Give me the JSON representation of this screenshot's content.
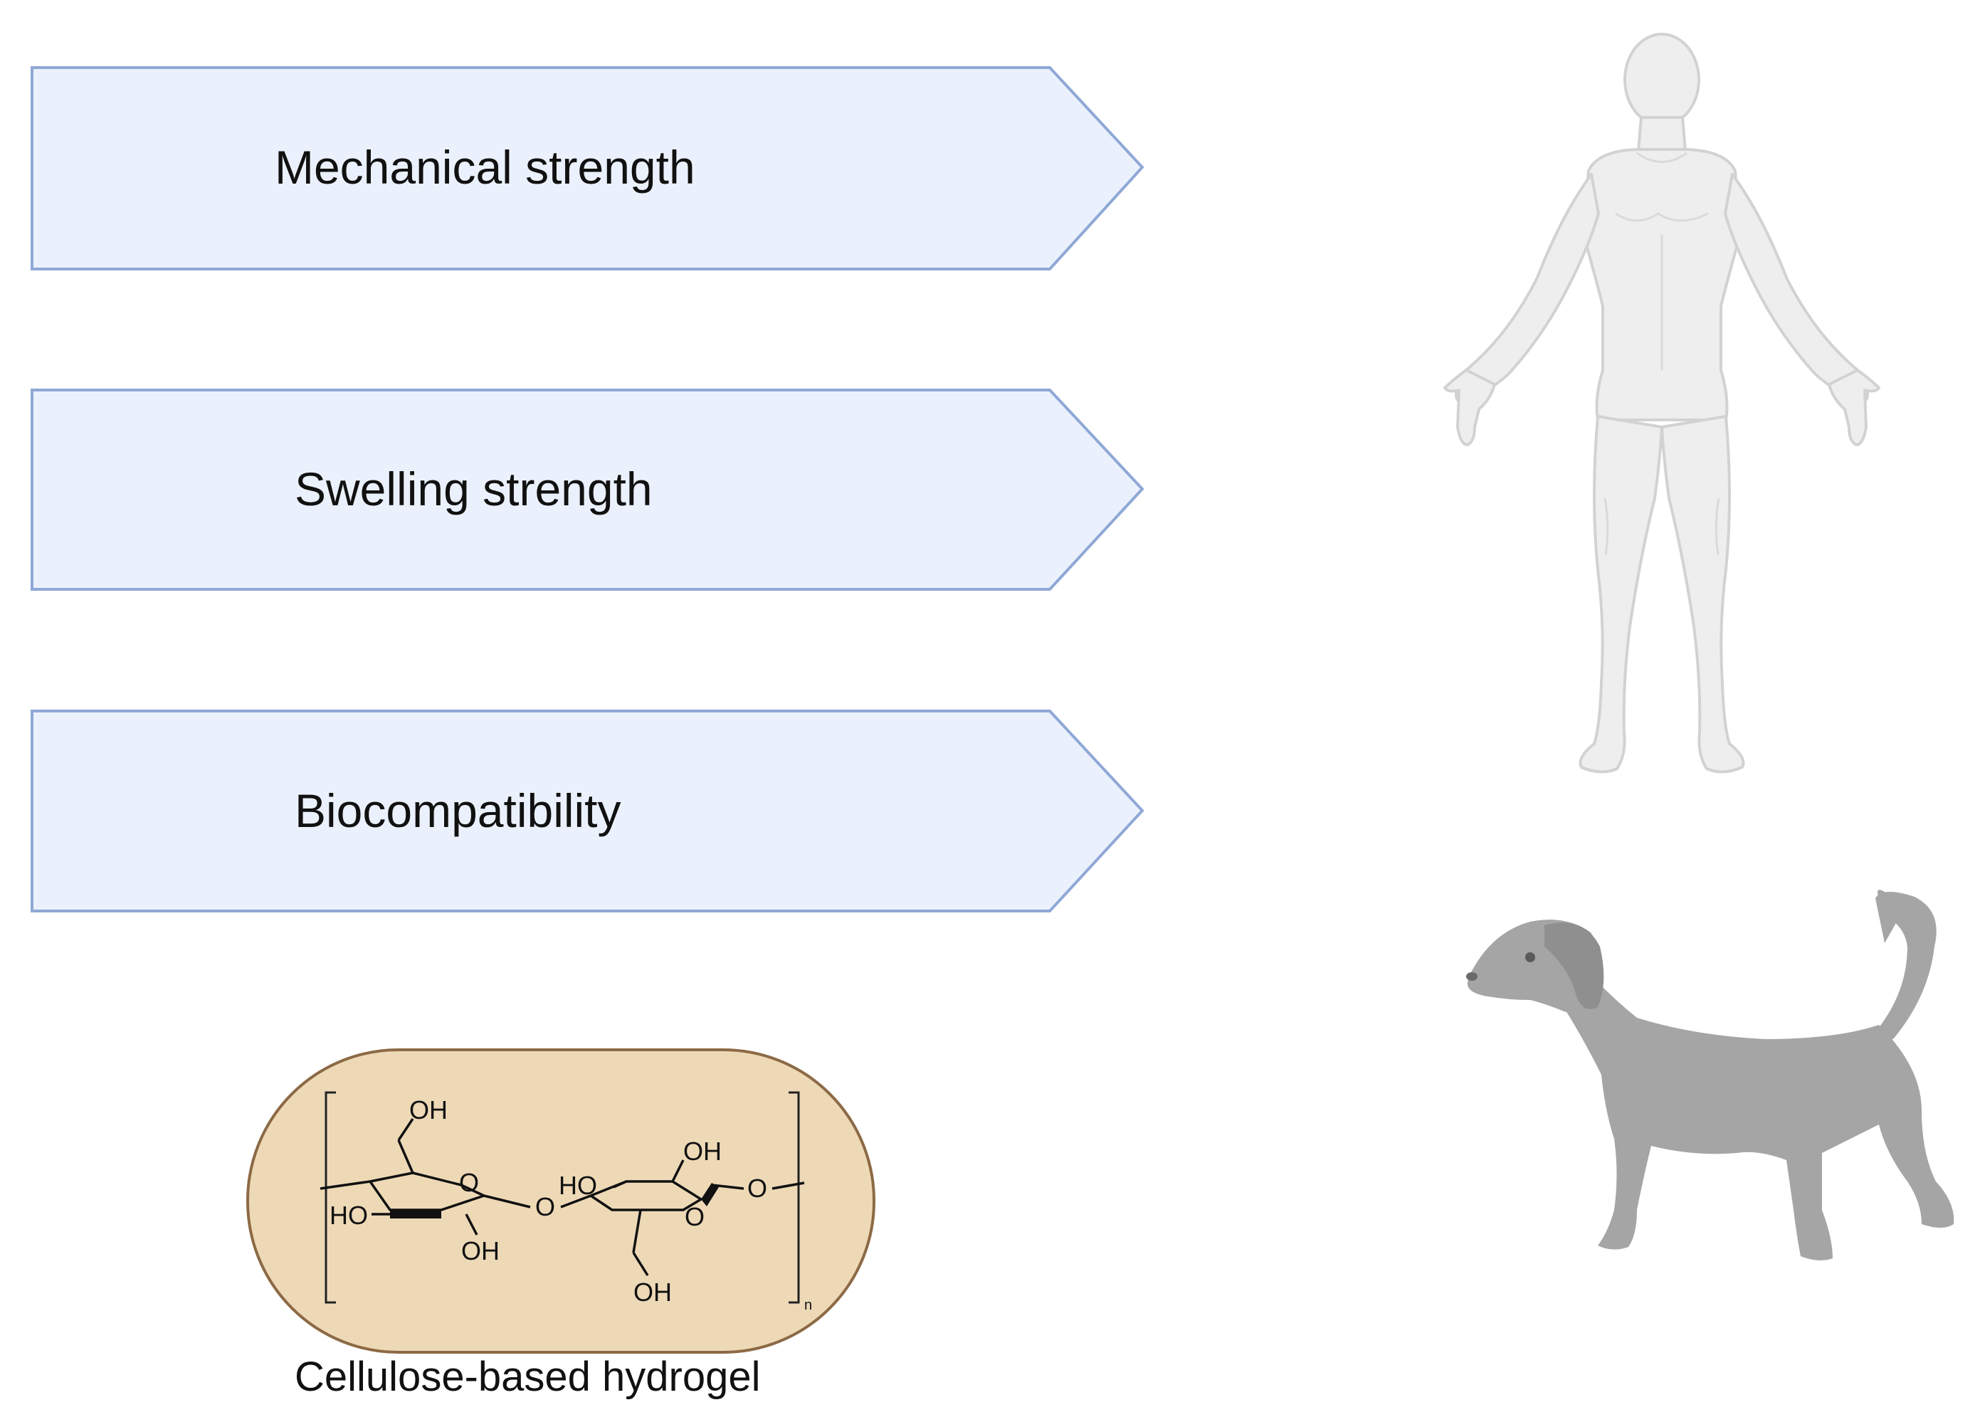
{
  "properties": [
    {
      "label": "Mechanical strength"
    },
    {
      "label": "Swelling strength"
    },
    {
      "label": "Biocompatibility"
    }
  ],
  "hydrogel": {
    "caption": "Cellulose-based hydrogel",
    "groups": {
      "oh_top_left": "OH",
      "o_ring_left": "O",
      "ho_left": "HO",
      "oh_bottom_left": "OH",
      "o_bridge": "O",
      "oh_top_right": "OH",
      "ho_right": "HO",
      "o_ring_right": "O",
      "oh_bottom_right": "OH",
      "o_end": "O",
      "repeat_n": "n"
    }
  },
  "colors": {
    "arrow_fill": "#EBF1FC",
    "arrow_stroke": "#8FA8D6",
    "capsule_fill": "#EED9B7",
    "capsule_stroke": "#8C6A45",
    "human_fill": "#EEEEEE",
    "human_stroke": "#D2D2D2",
    "dog_fill": "#A5A5A5"
  },
  "icons": [
    "human-body-icon",
    "dog-icon"
  ]
}
